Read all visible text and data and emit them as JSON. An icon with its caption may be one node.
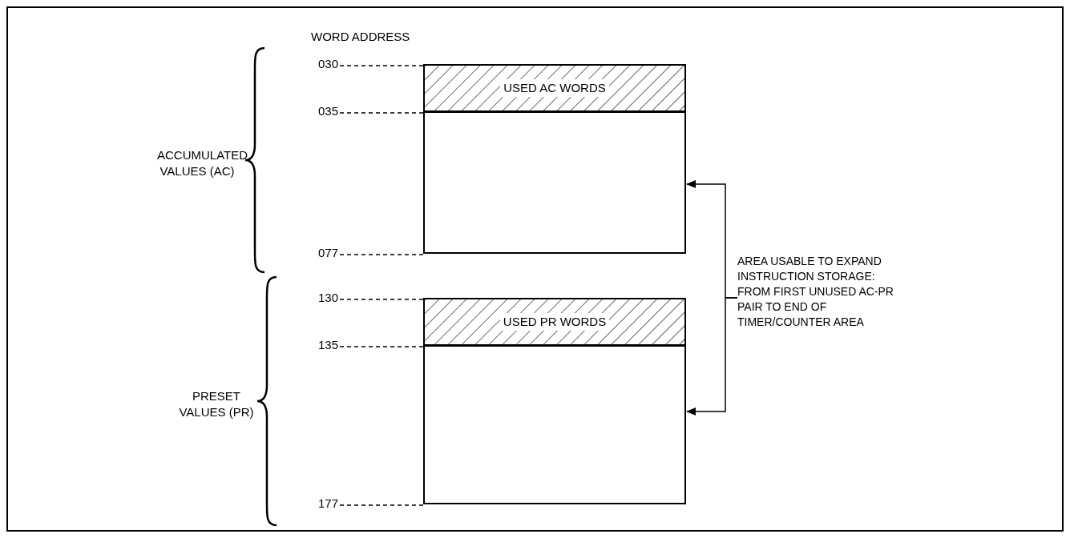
{
  "diagram": {
    "nodes": [
      {
        "text": [
          "USED AC WORDS"
        ]
      },
      {
        "text": [],
        "shape": "box"
      },
      {
        "text": [
          "USED PR WORDS"
        ]
      },
      {
        "text": [],
        "shape": "box"
      },
      {
        "text": [
          "AREA USABLE TO EXPAND INSTRUCTION STORAGE: FROM FIRST UNUSED AC-PR PAIR TO END OF TIMER/COUNTER AREA"
        ]
      },
      {
        "text": [
          "030"
        ]
      },
      {
        "text": [
          "035"
        ]
      },
      {
        "text": [
          "077"
        ]
      },
      {
        "text": [
          "130"
        ]
      },
      {
        "text": [
          "135"
        ]
      },
      {
        "text": [
          "177"
        ]
      }
    ],
    "edges": [
      {
        "from": 4,
        "to": 1,
        "arrow": "to"
      },
      {
        "from": 4,
        "to": 3,
        "arrow": "to"
      },
      {
        "from": 5,
        "to": 0,
        "arrow": "none",
        "style": "dashed"
      },
      {
        "from": 6,
        "to": 1,
        "arrow": "none",
        "style": "dashed"
      },
      {
        "from": 7,
        "to": 1,
        "arrow": "none",
        "style": "dashed"
      },
      {
        "from": 8,
        "to": 2,
        "arrow": "none",
        "style": "dashed"
      },
      {
        "from": 9,
        "to": 3,
        "arrow": "none",
        "style": "dashed"
      },
      {
        "from": 10,
        "to": 3,
        "arrow": "none",
        "style": "dashed"
      }
    ],
    "labels": [
      "WORD ADDRESS",
      "ACCUMULATED VALUES (AC)",
      "PRESET VALUES (PR)"
    ]
  }
}
